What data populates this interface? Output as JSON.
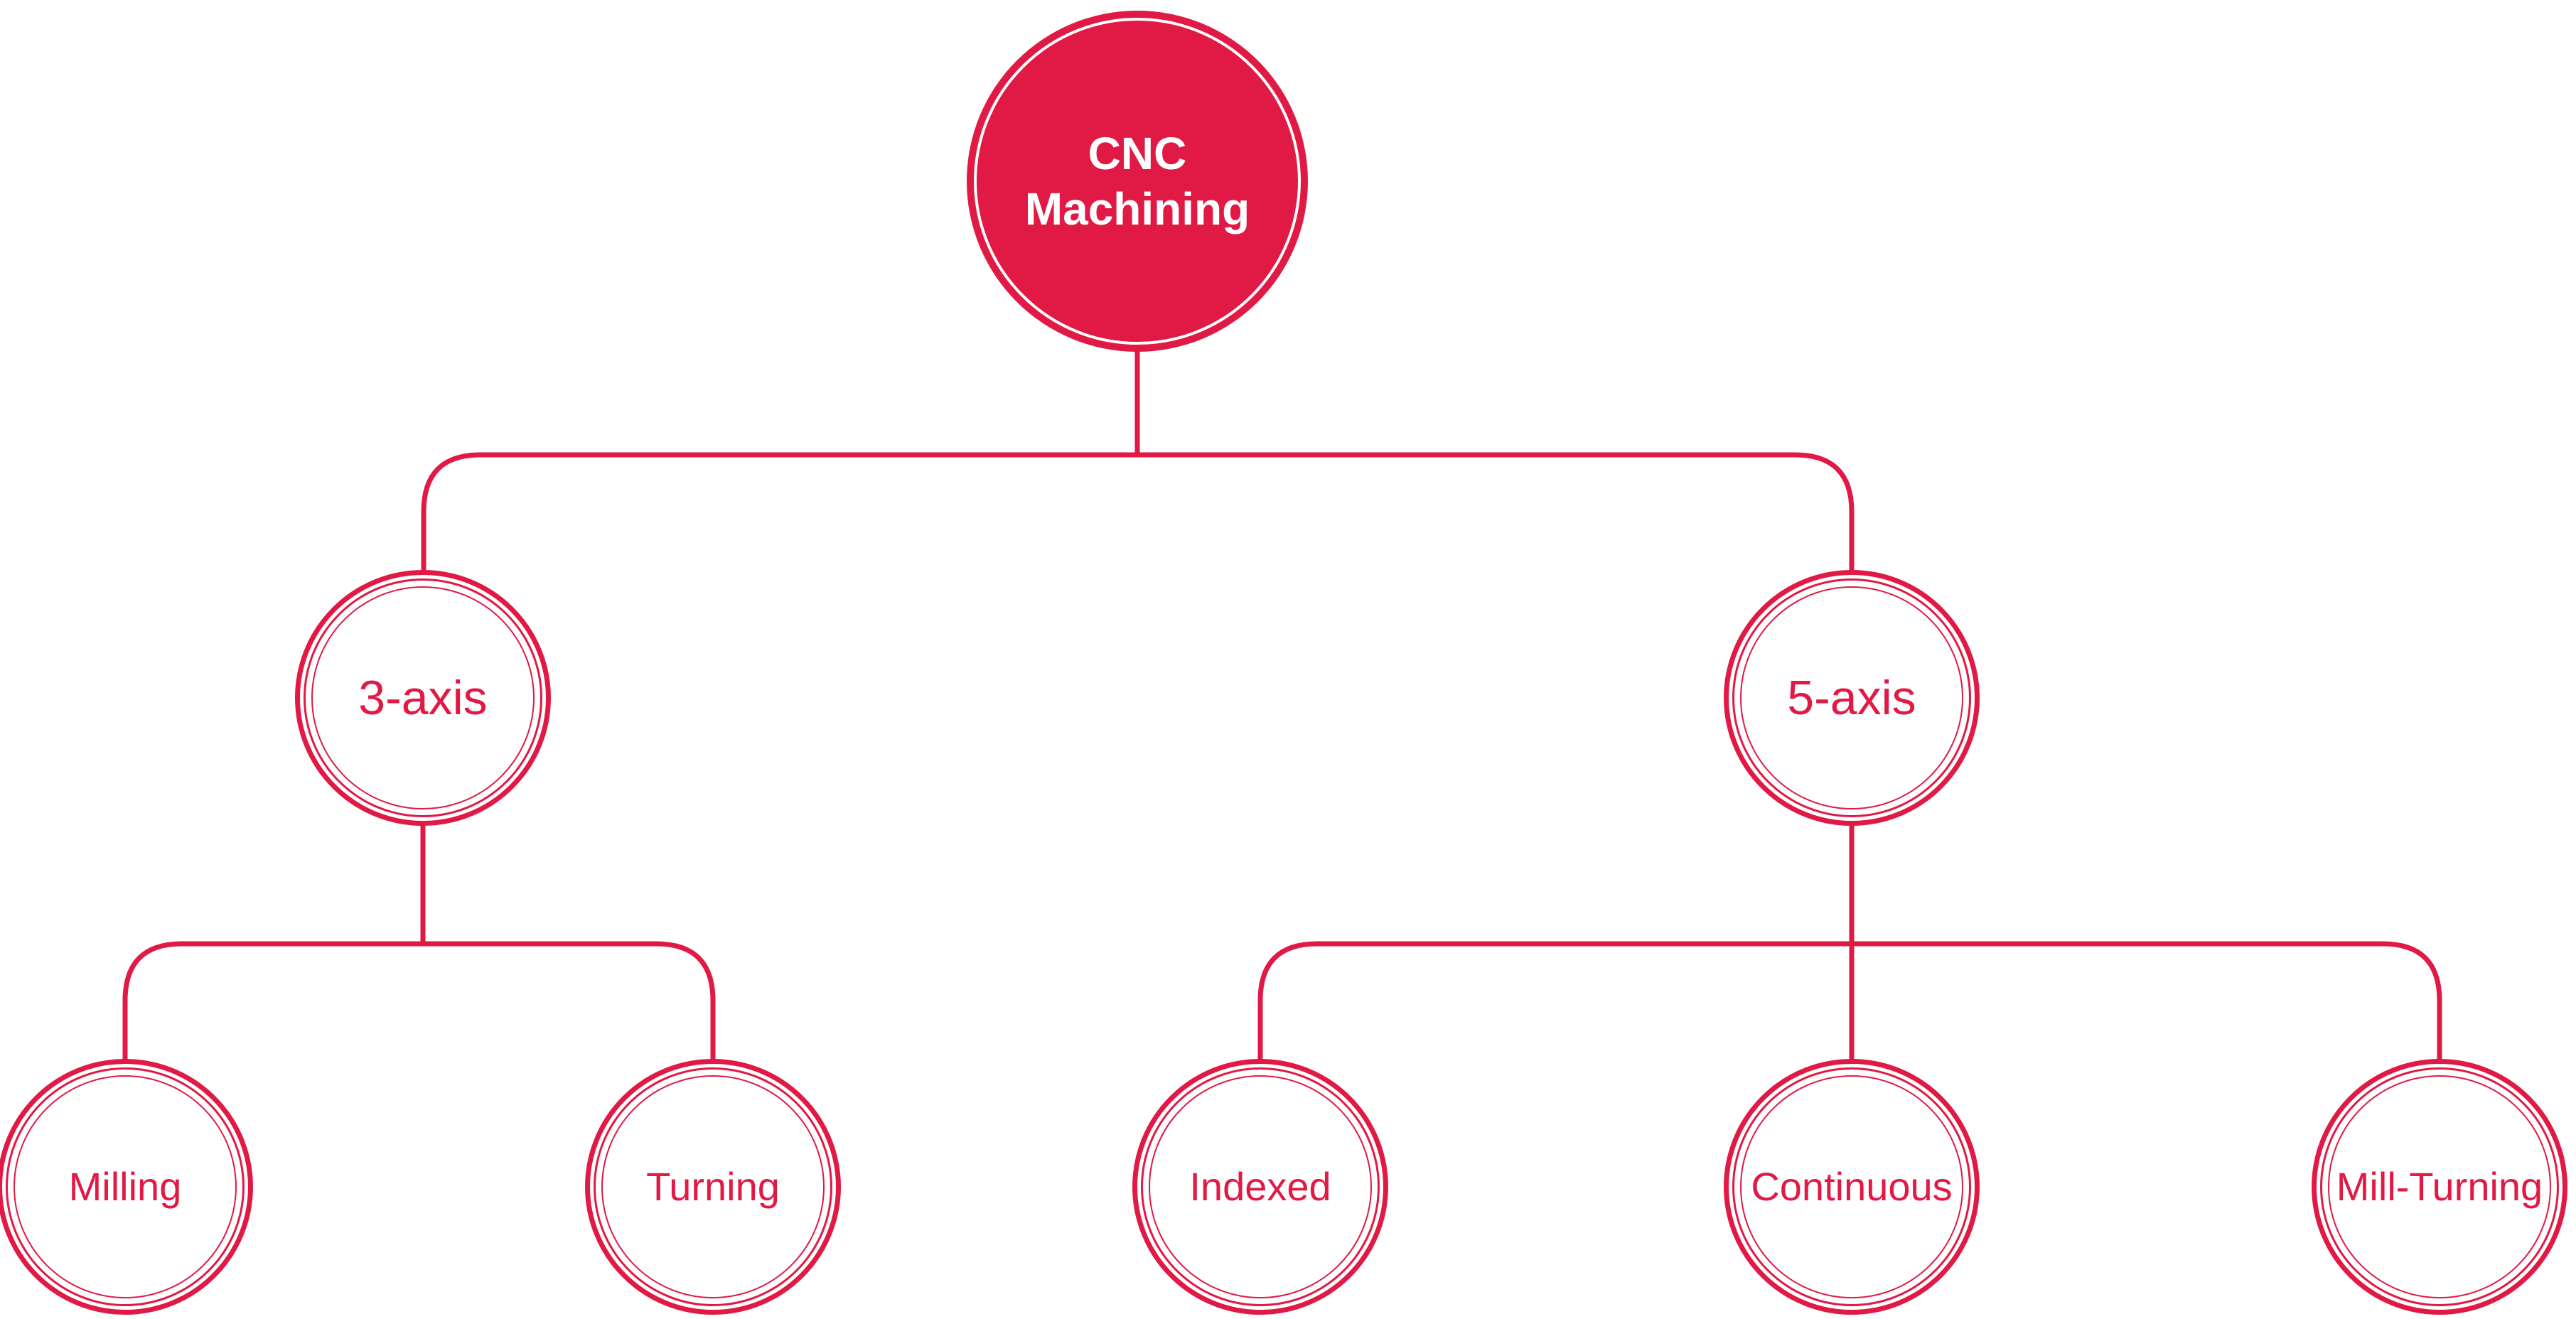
{
  "diagram": {
    "background": "#ffffff",
    "accent_color": "#e01a45",
    "root": {
      "label": "CNC\nMachining",
      "text_color": "#ffffff"
    },
    "level1": [
      {
        "label": "3-axis"
      },
      {
        "label": "5-axis"
      }
    ],
    "level2": [
      {
        "label": "Milling"
      },
      {
        "label": "Turning"
      },
      {
        "label": "Indexed"
      },
      {
        "label": "Continuous"
      },
      {
        "label": "Mill-Turning"
      }
    ]
  }
}
